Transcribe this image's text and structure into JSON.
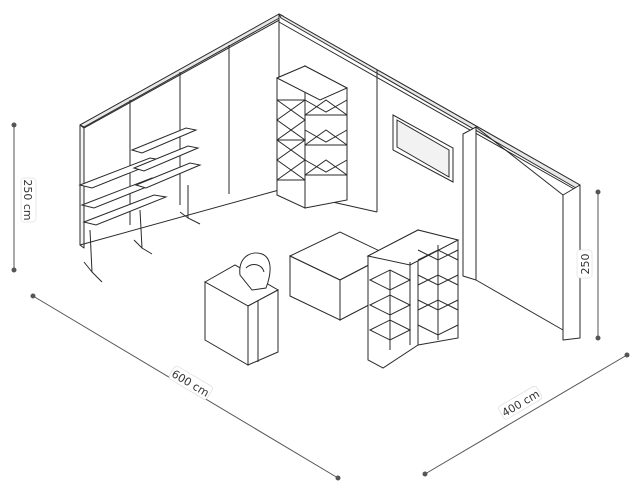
{
  "dimensions": {
    "width_label": "600 cm",
    "depth_label": "400 cm",
    "height_left_label": "250 cm",
    "height_right_label": "250"
  },
  "colors": {
    "line": "#2a2a2a",
    "wall_fill": "#ffffff",
    "dim_line": "#555555",
    "dim_dot": "#555555"
  }
}
